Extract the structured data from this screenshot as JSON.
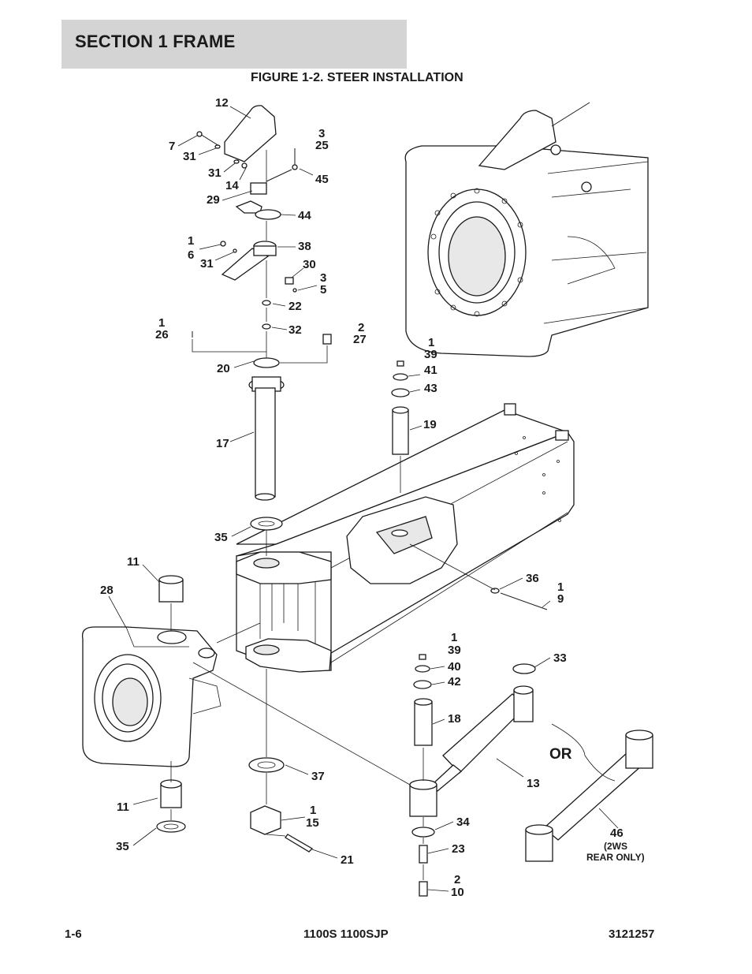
{
  "header": {
    "section_title": "SECTION 1  FRAME",
    "figure_title": "FIGURE 1-2. STEER INSTALLATION"
  },
  "footer": {
    "page": "1-6",
    "model": "1100S 1100SJP",
    "doc_number": "3121257"
  },
  "callouts": {
    "c12": "12",
    "c3a": "3",
    "c25": "25",
    "c7": "7",
    "c31a": "31",
    "c31b": "31",
    "c14": "14",
    "c45": "45",
    "c29": "29",
    "c44": "44",
    "c1a": "1",
    "c6": "6",
    "c38": "38",
    "c31c": "31",
    "c30": "30",
    "c3b": "3",
    "c5": "5",
    "c22": "22",
    "c1b": "1",
    "c26": "26",
    "c32": "32",
    "c2a": "2",
    "c27": "27",
    "c20": "20",
    "c1c": "1",
    "c39a": "39",
    "c41": "41",
    "c43": "43",
    "c19": "19",
    "c17": "17",
    "c35a": "35",
    "c11a": "11",
    "c28": "28",
    "c36": "36",
    "c1d": "1",
    "c9": "9",
    "c1e": "1",
    "c39b": "39",
    "c40": "40",
    "c42": "42",
    "c33": "33",
    "c18": "18",
    "c13": "13",
    "or": "OR",
    "c37": "37",
    "c11b": "11",
    "c1f": "1",
    "c15": "15",
    "c34": "34",
    "c35b": "35",
    "c23": "23",
    "c46": "46",
    "c46_note1": "(2WS",
    "c46_note2": "REAR ONLY)",
    "c21": "21",
    "c2b": "2",
    "c10": "10"
  }
}
